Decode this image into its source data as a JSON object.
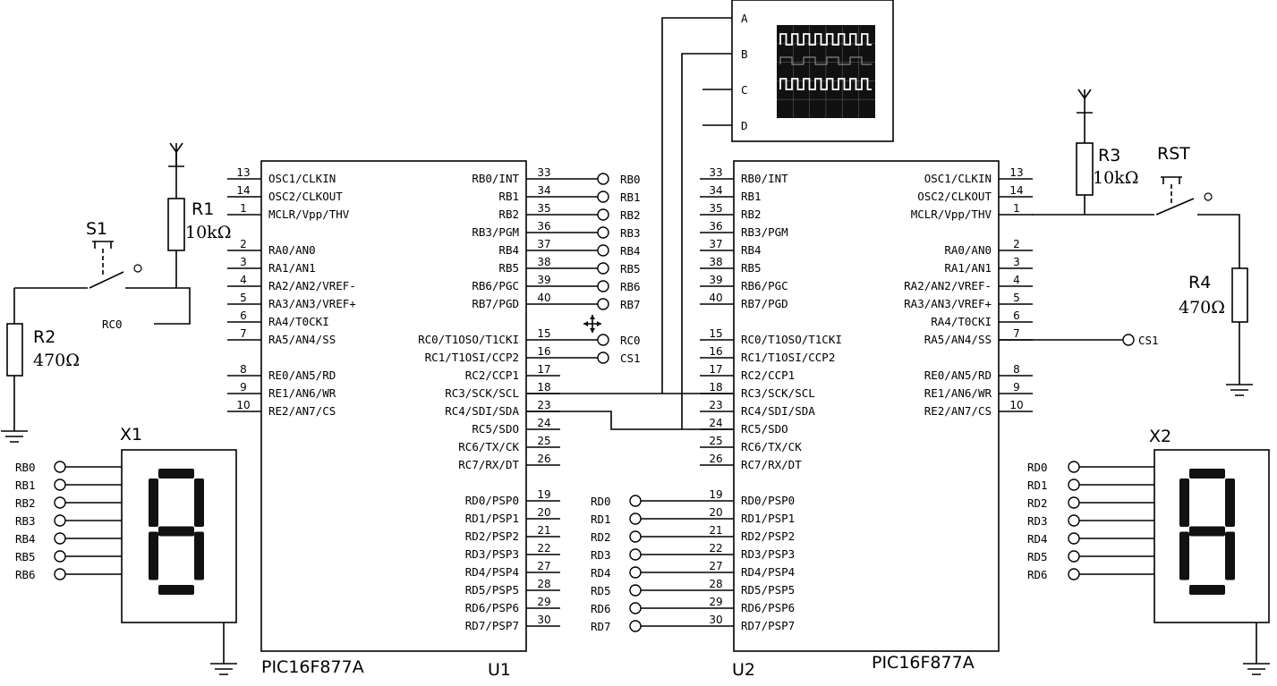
{
  "chips": {
    "u1": {
      "ref": "U1",
      "part": "PIC16F877A",
      "left_pins": [
        {
          "num": "13",
          "name": "OSC1/CLKIN"
        },
        {
          "num": "14",
          "name": "OSC2/CLKOUT"
        },
        {
          "num": "1",
          "name": "MCLR/Vpp/THV"
        },
        {
          "num": "2",
          "name": "RA0/AN0"
        },
        {
          "num": "3",
          "name": "RA1/AN1"
        },
        {
          "num": "4",
          "name": "RA2/AN2/VREF-"
        },
        {
          "num": "5",
          "name": "RA3/AN3/VREF+"
        },
        {
          "num": "6",
          "name": "RA4/T0CKI"
        },
        {
          "num": "7",
          "name": "RA5/AN4/SS"
        },
        {
          "num": "8",
          "name": "RE0/AN5/RD"
        },
        {
          "num": "9",
          "name": "RE1/AN6/WR"
        },
        {
          "num": "10",
          "name": "RE2/AN7/CS"
        }
      ],
      "right_pins": [
        {
          "num": "33",
          "name": "RB0/INT"
        },
        {
          "num": "34",
          "name": "RB1"
        },
        {
          "num": "35",
          "name": "RB2"
        },
        {
          "num": "36",
          "name": "RB3/PGM"
        },
        {
          "num": "37",
          "name": "RB4"
        },
        {
          "num": "38",
          "name": "RB5"
        },
        {
          "num": "39",
          "name": "RB6/PGC"
        },
        {
          "num": "40",
          "name": "RB7/PGD"
        },
        {
          "num": "15",
          "name": "RC0/T1OSO/T1CKI"
        },
        {
          "num": "16",
          "name": "RC1/T1OSI/CCP2"
        },
        {
          "num": "17",
          "name": "RC2/CCP1"
        },
        {
          "num": "18",
          "name": "RC3/SCK/SCL"
        },
        {
          "num": "23",
          "name": "RC4/SDI/SDA"
        },
        {
          "num": "24",
          "name": "RC5/SDO"
        },
        {
          "num": "25",
          "name": "RC6/TX/CK"
        },
        {
          "num": "26",
          "name": "RC7/RX/DT"
        },
        {
          "num": "19",
          "name": "RD0/PSP0"
        },
        {
          "num": "20",
          "name": "RD1/PSP1"
        },
        {
          "num": "21",
          "name": "RD2/PSP2"
        },
        {
          "num": "22",
          "name": "RD3/PSP3"
        },
        {
          "num": "27",
          "name": "RD4/PSP4"
        },
        {
          "num": "28",
          "name": "RD5/PSP5"
        },
        {
          "num": "29",
          "name": "RD6/PSP6"
        },
        {
          "num": "30",
          "name": "RD7/PSP7"
        }
      ],
      "net_labels": [
        "RB0",
        "RB1",
        "RB2",
        "RB3",
        "RB4",
        "RB5",
        "RB6",
        "RB7",
        "RC0",
        "CS1"
      ]
    },
    "u2": {
      "ref": "U2",
      "part": "PIC16F877A",
      "left_pins": [
        {
          "num": "33",
          "name": "RB0/INT"
        },
        {
          "num": "34",
          "name": "RB1"
        },
        {
          "num": "35",
          "name": "RB2"
        },
        {
          "num": "36",
          "name": "RB3/PGM"
        },
        {
          "num": "37",
          "name": "RB4"
        },
        {
          "num": "38",
          "name": "RB5"
        },
        {
          "num": "39",
          "name": "RB6/PGC"
        },
        {
          "num": "40",
          "name": "RB7/PGD"
        },
        {
          "num": "15",
          "name": "RC0/T1OSO/T1CKI"
        },
        {
          "num": "16",
          "name": "RC1/T1OSI/CCP2"
        },
        {
          "num": "17",
          "name": "RC2/CCP1"
        },
        {
          "num": "18",
          "name": "RC3/SCK/SCL"
        },
        {
          "num": "23",
          "name": "RC4/SDI/SDA"
        },
        {
          "num": "24",
          "name": "RC5/SDO"
        },
        {
          "num": "25",
          "name": "RC6/TX/CK"
        },
        {
          "num": "26",
          "name": "RC7/RX/DT"
        },
        {
          "num": "19",
          "name": "RD0/PSP0"
        },
        {
          "num": "20",
          "name": "RD1/PSP1"
        },
        {
          "num": "21",
          "name": "RD2/PSP2"
        },
        {
          "num": "22",
          "name": "RD3/PSP3"
        },
        {
          "num": "27",
          "name": "RD4/PSP4"
        },
        {
          "num": "28",
          "name": "RD5/PSP5"
        },
        {
          "num": "29",
          "name": "RD6/PSP6"
        },
        {
          "num": "30",
          "name": "RD7/PSP7"
        }
      ],
      "right_pins": [
        {
          "num": "13",
          "name": "OSC1/CLKIN"
        },
        {
          "num": "14",
          "name": "OSC2/CLKOUT"
        },
        {
          "num": "1",
          "name": "MCLR/Vpp/THV"
        },
        {
          "num": "2",
          "name": "RA0/AN0"
        },
        {
          "num": "3",
          "name": "RA1/AN1"
        },
        {
          "num": "4",
          "name": "RA2/AN2/VREF-"
        },
        {
          "num": "5",
          "name": "RA3/AN3/VREF+"
        },
        {
          "num": "6",
          "name": "RA4/T0CKI"
        },
        {
          "num": "7",
          "name": "RA5/AN4/SS"
        },
        {
          "num": "8",
          "name": "RE0/AN5/RD"
        },
        {
          "num": "9",
          "name": "RE1/AN6/WR"
        },
        {
          "num": "10",
          "name": "RE2/AN7/CS"
        }
      ],
      "rd_labels": [
        "RD0",
        "RD1",
        "RD2",
        "RD3",
        "RD4",
        "RD5",
        "RD6",
        "RD7"
      ],
      "cs_label": "CS1"
    }
  },
  "passives": {
    "r1": {
      "ref": "R1",
      "value": "10kΩ"
    },
    "r2": {
      "ref": "R2",
      "value": "470Ω"
    },
    "r3": {
      "ref": "R3",
      "value": "10kΩ"
    },
    "r4": {
      "ref": "R4",
      "value": "470Ω"
    }
  },
  "switches": {
    "s1": {
      "ref": "S1",
      "net": "RC0"
    },
    "rst": {
      "ref": "RST"
    }
  },
  "displays": {
    "x1": {
      "ref": "X1",
      "digit": "8",
      "inputs": [
        "RB0",
        "RB1",
        "RB2",
        "RB3",
        "RB4",
        "RB5",
        "RB6"
      ]
    },
    "x2": {
      "ref": "X2",
      "digit": "8",
      "inputs": [
        "RD0",
        "RD1",
        "RD2",
        "RD3",
        "RD4",
        "RD5",
        "RD6"
      ]
    }
  },
  "oscilloscope": {
    "channels": [
      "A",
      "B",
      "C",
      "D"
    ]
  },
  "colors": {
    "ink": "#000000",
    "paper": "#ffffff",
    "scope_screen": "#111111",
    "scope_trace": "#ffffff",
    "scope_grid": "#5a5a5a"
  }
}
